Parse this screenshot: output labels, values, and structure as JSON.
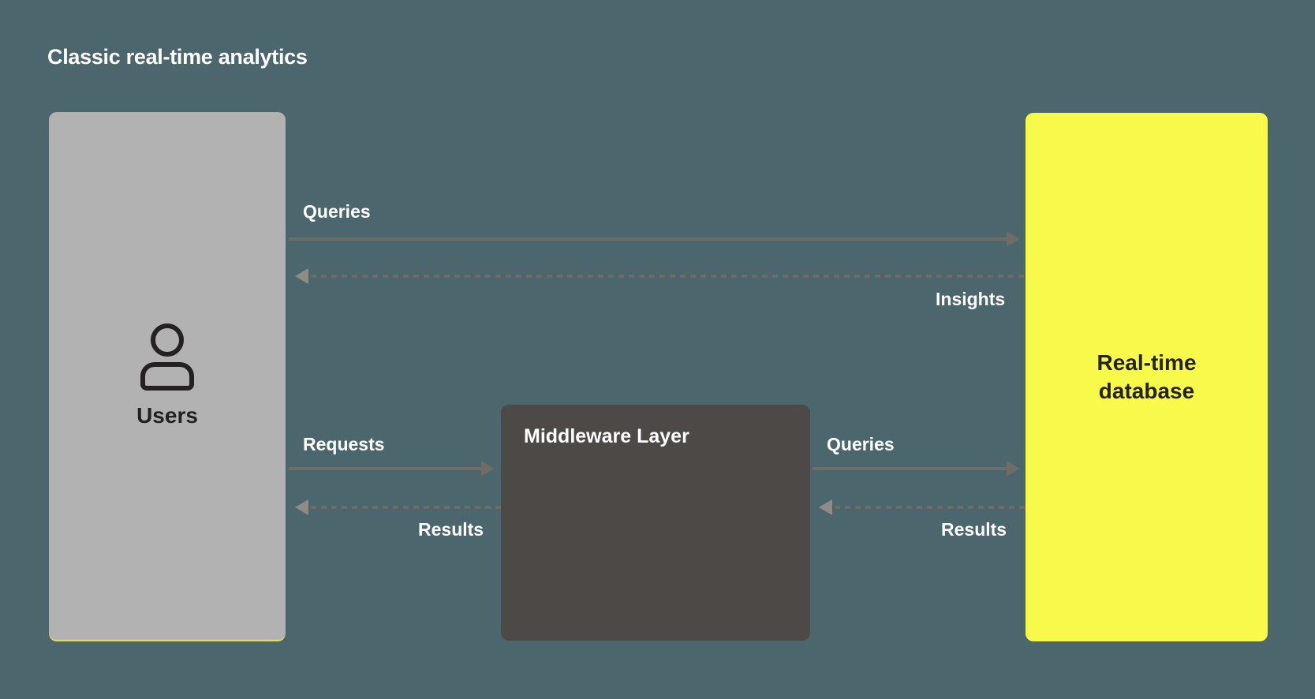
{
  "title": "Classic real-time analytics",
  "colors": {
    "background": "#4b666c",
    "users_box": "#b2b2b2",
    "middleware_box": "#4c4947",
    "database_box": "#f7fa4b",
    "dark_text": "#262320",
    "light_text": "#ffffff",
    "arrow_line": "#6f6b65",
    "arrowhead_light": "#8e8c87"
  },
  "nodes": {
    "users": {
      "label": "Users",
      "icon": "user-icon"
    },
    "middleware": {
      "label": "Middleware Layer"
    },
    "database": {
      "label": "Real-time database"
    }
  },
  "edges": [
    {
      "id": "queries-users-to-database",
      "label": "Queries",
      "style": "solid",
      "direction": "right"
    },
    {
      "id": "insights-database-to-users",
      "label": "Insights",
      "style": "dashed",
      "direction": "left"
    },
    {
      "id": "requests-users-to-middleware",
      "label": "Requests",
      "style": "solid",
      "direction": "right"
    },
    {
      "id": "results-middleware-to-users",
      "label": "Results",
      "style": "dashed",
      "direction": "left"
    },
    {
      "id": "queries-middleware-to-database",
      "label": "Queries",
      "style": "solid",
      "direction": "right"
    },
    {
      "id": "results-database-to-middleware",
      "label": "Results",
      "style": "dashed",
      "direction": "left"
    }
  ]
}
